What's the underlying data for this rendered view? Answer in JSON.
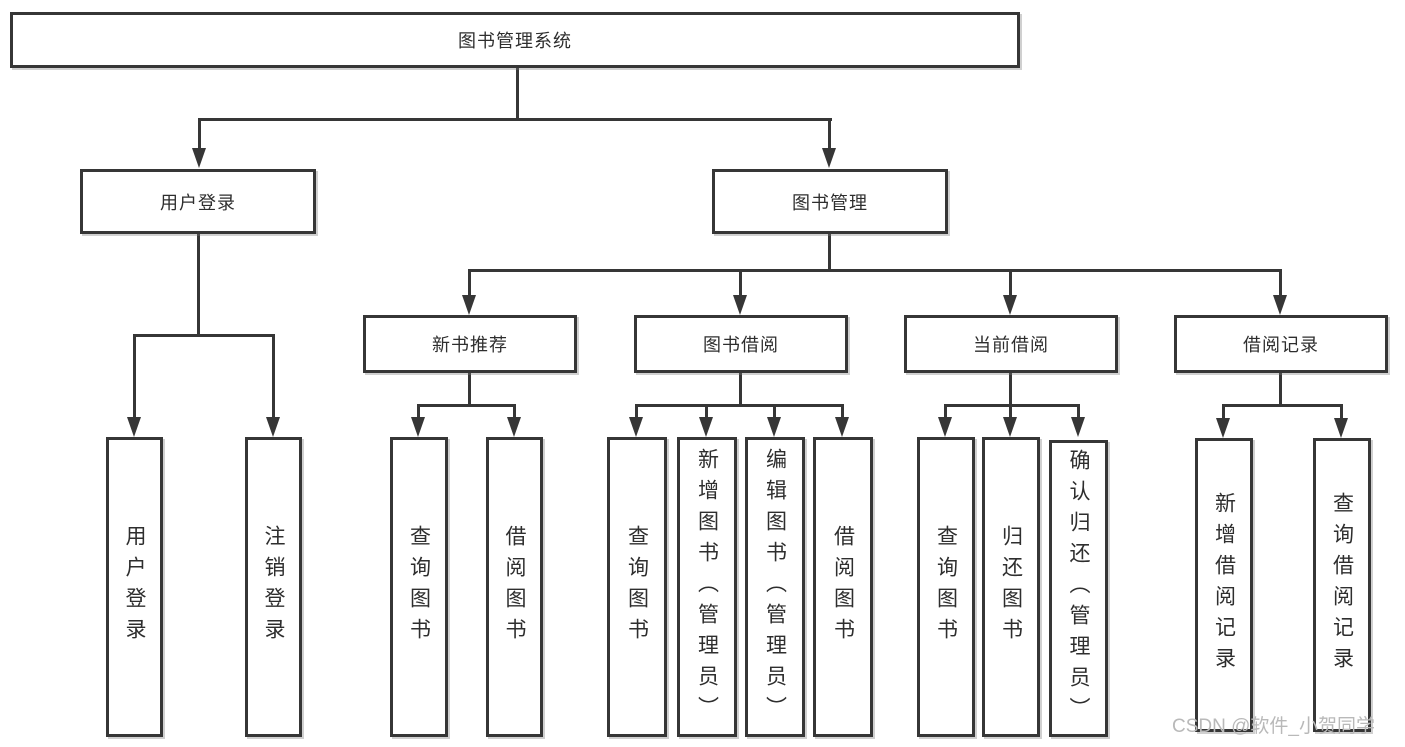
{
  "diagram": {
    "root": {
      "label": "图书管理系统"
    },
    "branches": [
      {
        "label": "用户登录",
        "children": [
          {
            "label": "用户登录"
          },
          {
            "label": "注销登录"
          }
        ]
      },
      {
        "label": "图书管理",
        "children": [
          {
            "label": "新书推荐",
            "children": [
              {
                "label": "查询图书"
              },
              {
                "label": "借阅图书"
              }
            ]
          },
          {
            "label": "图书借阅",
            "children": [
              {
                "label": "查询图书"
              },
              {
                "label": "新增图书（管理员）"
              },
              {
                "label": "编辑图书（管理员）"
              },
              {
                "label": "借阅图书"
              }
            ]
          },
          {
            "label": "当前借阅",
            "children": [
              {
                "label": "查询图书"
              },
              {
                "label": "归还图书"
              },
              {
                "label": "确认归还（管理员）"
              }
            ]
          },
          {
            "label": "借阅记录",
            "children": [
              {
                "label": "新增借阅记录"
              },
              {
                "label": "查询借阅记录"
              }
            ]
          }
        ]
      }
    ]
  },
  "watermark": {
    "text": "CSDN @软件_小贺同学"
  },
  "colors": {
    "line": "#363636",
    "box_border": "#363636",
    "box_fill": "#ffffff",
    "text": "#2e2e2e",
    "watermark": "#b9b9b9",
    "background": "#ffffff"
  }
}
